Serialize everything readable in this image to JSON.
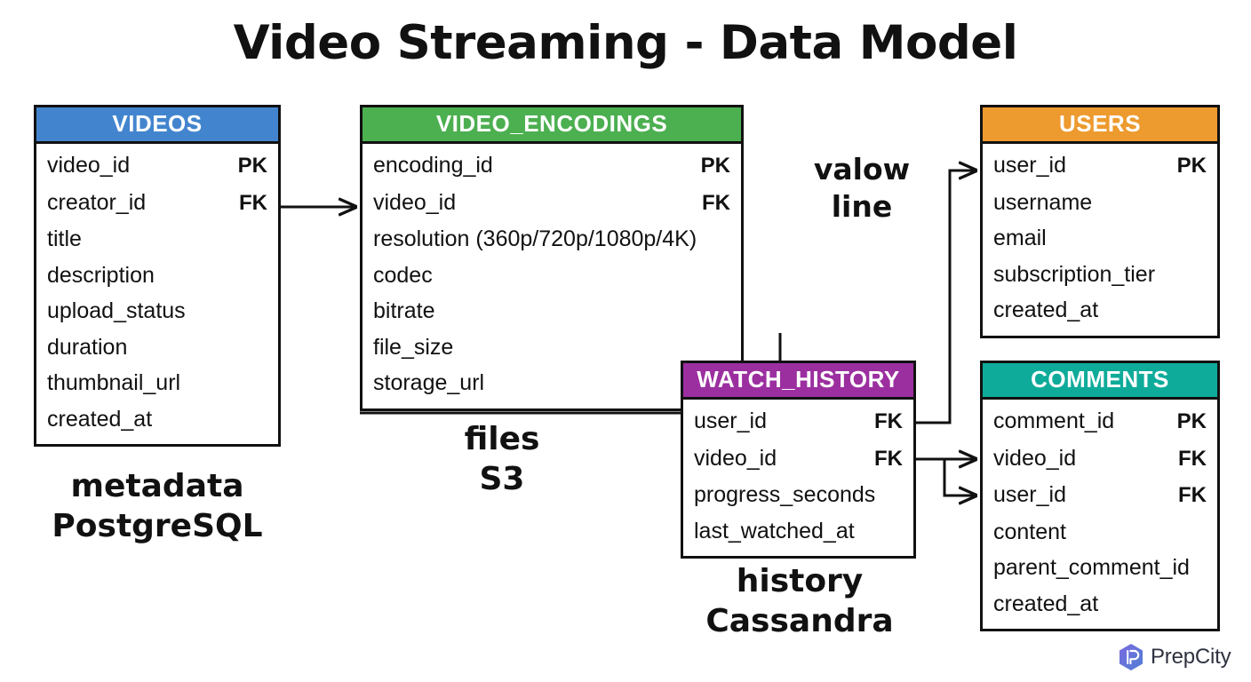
{
  "title": "Video Streaming - Data Model",
  "colors": {
    "videos": "#4285ce",
    "video_encodings": "#4caf50",
    "users": "#ed9a2e",
    "watch_history": "#9c2fa0",
    "comments": "#0eab9a",
    "border": "#111111",
    "background": "#ffffff",
    "logo_hex_start": "#7b6ae0",
    "logo_hex_end": "#4f7fd4",
    "logo_text": "#2f3240"
  },
  "entities": [
    {
      "id": "videos",
      "name": "VIDEOS",
      "fields": [
        {
          "name": "video_id",
          "key": "PK"
        },
        {
          "name": "creator_id",
          "key": "FK"
        },
        {
          "name": "title",
          "key": ""
        },
        {
          "name": "description",
          "key": ""
        },
        {
          "name": "upload_status",
          "key": ""
        },
        {
          "name": "duration",
          "key": ""
        },
        {
          "name": "thumbnail_url",
          "key": ""
        },
        {
          "name": "created_at",
          "key": ""
        }
      ]
    },
    {
      "id": "video_encodings",
      "name": "VIDEO_ENCODINGS",
      "fields": [
        {
          "name": "encoding_id",
          "key": "PK"
        },
        {
          "name": "video_id",
          "key": "FK"
        },
        {
          "name": "resolution (360p/720p/1080p/4K)",
          "key": ""
        },
        {
          "name": "codec",
          "key": ""
        },
        {
          "name": "bitrate",
          "key": ""
        },
        {
          "name": "file_size",
          "key": ""
        },
        {
          "name": "storage_url",
          "key": ""
        }
      ]
    },
    {
      "id": "users",
      "name": "USERS",
      "fields": [
        {
          "name": "user_id",
          "key": "PK"
        },
        {
          "name": "username",
          "key": ""
        },
        {
          "name": "email",
          "key": ""
        },
        {
          "name": "subscription_tier",
          "key": ""
        },
        {
          "name": "created_at",
          "key": ""
        }
      ]
    },
    {
      "id": "watch_history",
      "name": "WATCH_HISTORY",
      "fields": [
        {
          "name": "user_id",
          "key": "FK"
        },
        {
          "name": "video_id",
          "key": "FK"
        },
        {
          "name": "progress_seconds",
          "key": ""
        },
        {
          "name": "last_watched_at",
          "key": ""
        }
      ]
    },
    {
      "id": "comments",
      "name": "COMMENTS",
      "fields": [
        {
          "name": "comment_id",
          "key": "PK"
        },
        {
          "name": "video_id",
          "key": "FK"
        },
        {
          "name": "user_id",
          "key": "FK"
        },
        {
          "name": "content",
          "key": ""
        },
        {
          "name": "parent_comment_id",
          "key": "FK_blank"
        },
        {
          "name": "created_at",
          "key": ""
        }
      ]
    }
  ],
  "notes": {
    "metadata": "metadata\nPostgreSQL",
    "files": "files\nS3",
    "history": "history\nCassandra",
    "flow": "valow\nline"
  },
  "logo": {
    "text": "PrepCity",
    "mark": "hexagon-p-monogram"
  }
}
